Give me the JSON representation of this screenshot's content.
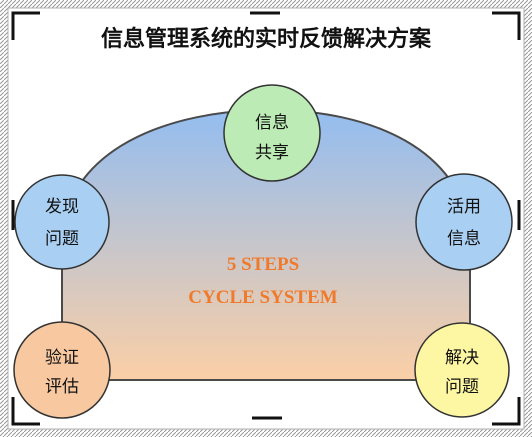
{
  "title": "信息管理系统的实时反馈解决方案",
  "center_text": {
    "line1": "5 STEPS",
    "line2": "CYCLE SYSTEM",
    "color": "#F07A2A"
  },
  "nodes": {
    "share": {
      "line1": "信息",
      "line2": "共享",
      "fill": "#BDEBB5"
    },
    "discover": {
      "line1": "发现",
      "line2": "问题",
      "fill": "#A9CFF2"
    },
    "use": {
      "line1": "活用",
      "line2": "信息",
      "fill": "#A9CFF2"
    },
    "verify": {
      "line1": "验证",
      "line2": "评估",
      "fill": "#F8C9A1"
    },
    "solve": {
      "line1": "解决",
      "line2": "问题",
      "fill": "#FDF6A3"
    }
  },
  "colors": {
    "gradient_top": "#93BDF0",
    "gradient_bottom": "#FBCFA6",
    "frame": "#8A8A8A",
    "corner": "#111111"
  }
}
